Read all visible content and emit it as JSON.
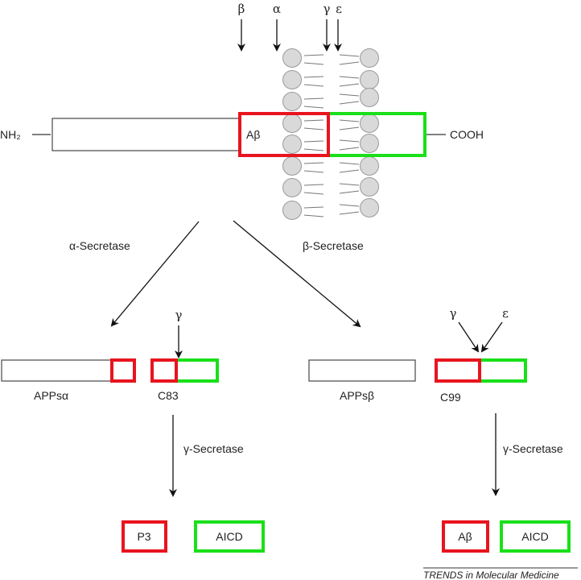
{
  "colors": {
    "abeta": "#e8141e",
    "aicd": "#19e019",
    "line": "#333333",
    "lipid_fill": "#d9d9d9",
    "lipid_stroke": "#9a9a9a"
  },
  "top": {
    "cleavage_sites": [
      "β",
      "α",
      "γ",
      "ε"
    ],
    "n_terminus": "NH₂",
    "c_terminus": "COOH",
    "abeta_label": "Aβ"
  },
  "pathways": {
    "alpha": {
      "enzyme": "α-Secretase",
      "fragment_left": "APPsα",
      "fragment_right": "C83",
      "site": "γ"
    },
    "beta": {
      "enzyme": "β-Secretase",
      "fragment_left": "APPsβ",
      "fragment_right": "C99",
      "sites": [
        "γ",
        "ε"
      ]
    }
  },
  "gamma": {
    "left_enzyme": "γ-Secretase",
    "right_enzyme": "γ-Secretase",
    "left_products": [
      "P3",
      "AICD"
    ],
    "right_products": [
      "Aβ",
      "AICD"
    ]
  },
  "credit": "TRENDS in Molecular Medicine"
}
